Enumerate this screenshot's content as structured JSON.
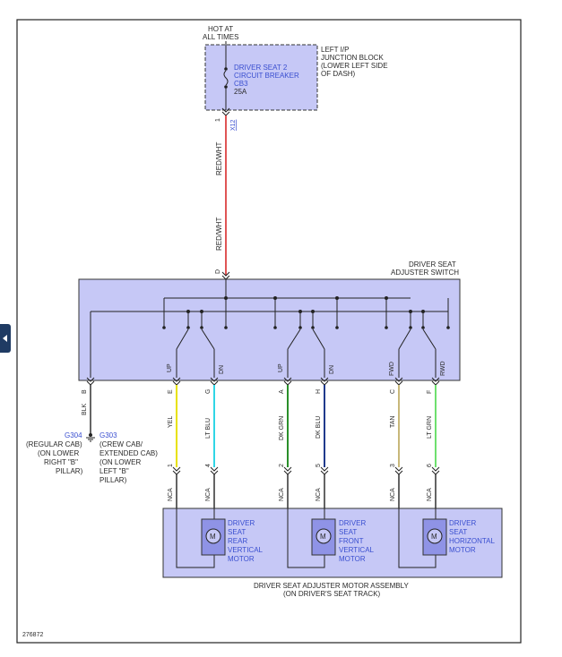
{
  "hot_label": [
    "HOT AT",
    "ALL TIMES"
  ],
  "breaker": {
    "name": [
      "DRIVER SEAT 2",
      "CIRCUIT BREAKER",
      "CB3"
    ],
    "rating": "25A",
    "pin": "1",
    "connector": "X12"
  },
  "junction_block": [
    "LEFT I/P",
    "JUNCTION BLOCK",
    "(LOWER LEFT SIDE",
    "OF DASH)"
  ],
  "feed_wire": {
    "color_label": "RED/WHT",
    "pin": "D"
  },
  "switch": {
    "title": [
      "DRIVER SEAT",
      "ADJUSTER SWITCH"
    ]
  },
  "outputs": [
    {
      "dir": "",
      "pin": "B",
      "wire": "BLK"
    },
    {
      "dir": "UP",
      "pin": "E",
      "wire": "YEL",
      "motor_pin": "1"
    },
    {
      "dir": "DN",
      "pin": "G",
      "wire": "LT BLU",
      "motor_pin": "4"
    },
    {
      "dir": "UP",
      "pin": "A",
      "wire": "DK GRN",
      "motor_pin": "2"
    },
    {
      "dir": "DN",
      "pin": "H",
      "wire": "DK BLU",
      "motor_pin": "5"
    },
    {
      "dir": "FWD",
      "pin": "C",
      "wire": "TAN",
      "motor_pin": "3"
    },
    {
      "dir": "RWD",
      "pin": "F",
      "wire": "LT GRN",
      "motor_pin": "6"
    }
  ],
  "nca": "NCA",
  "grounds": {
    "g304": {
      "id": "G304",
      "desc": [
        "(REGULAR CAB)",
        "(ON LOWER",
        "RIGHT \"B\"",
        "PILLAR)"
      ]
    },
    "g303": {
      "id": "G303",
      "desc": [
        "(CREW CAB/",
        "EXTENDED CAB)",
        "(ON LOWER",
        "LEFT \"B\"",
        "PILLAR)"
      ]
    }
  },
  "motors": [
    {
      "symbol": "M",
      "label": [
        "DRIVER",
        "SEAT",
        "REAR",
        "VERTICAL",
        "MOTOR"
      ]
    },
    {
      "symbol": "M",
      "label": [
        "DRIVER",
        "SEAT",
        "FRONT",
        "VERTICAL",
        "MOTOR"
      ]
    },
    {
      "symbol": "M",
      "label": [
        "DRIVER",
        "SEAT",
        "HORIZONTAL",
        "MOTOR"
      ]
    }
  ],
  "assembly": [
    "DRIVER SEAT ADJUSTER MOTOR ASSEMBLY",
    "(ON DRIVER'S SEAT TRACK)"
  ],
  "figure_number": "276872",
  "colors": {
    "component_fill": "#c6c8f6",
    "red_wht": "#e05555",
    "yel": "#e8e200",
    "lt_blu": "#30d6e6",
    "dk_grn": "#2a8f2a",
    "dk_blu": "#203a8c",
    "tan": "#c8b87a",
    "lt_grn": "#6ee06e"
  }
}
